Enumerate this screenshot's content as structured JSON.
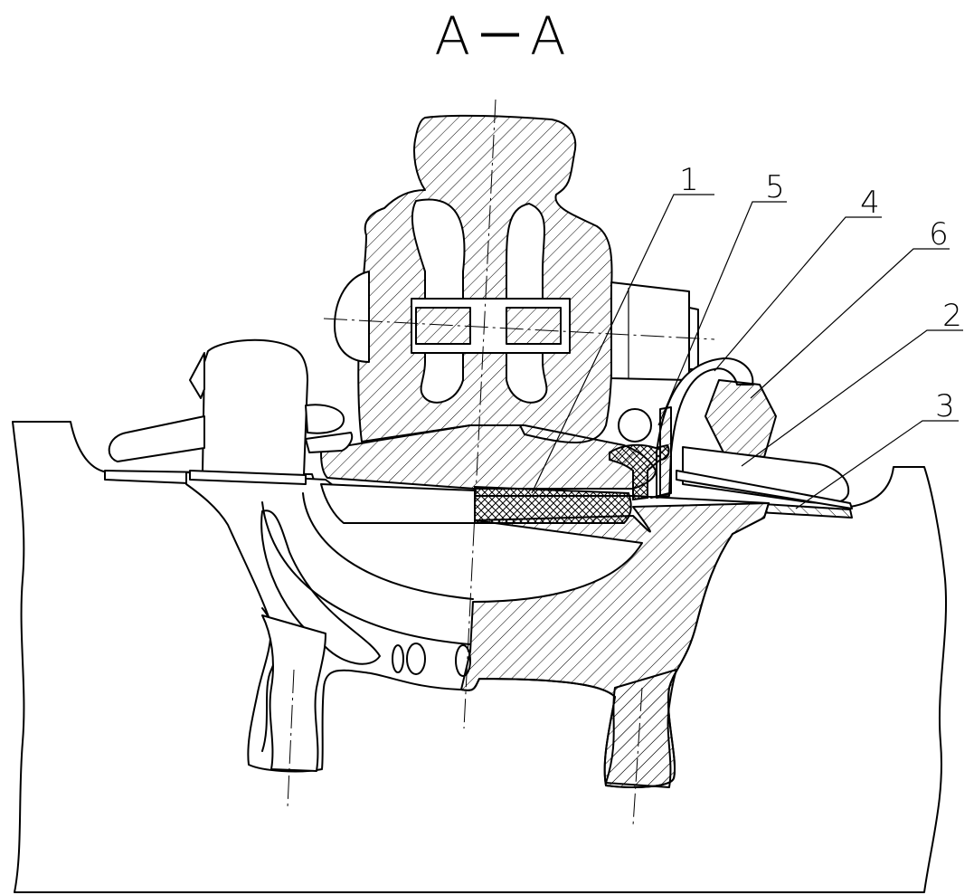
{
  "section_title": "A－A",
  "callouts": [
    {
      "id": "c1",
      "number": "1"
    },
    {
      "id": "c5",
      "number": "5"
    },
    {
      "id": "c4",
      "number": "4"
    },
    {
      "id": "c6",
      "number": "6"
    },
    {
      "id": "c2",
      "number": "2"
    },
    {
      "id": "c3",
      "number": "3"
    }
  ],
  "style": {
    "line_color": "#000000",
    "background": "#ffffff"
  }
}
